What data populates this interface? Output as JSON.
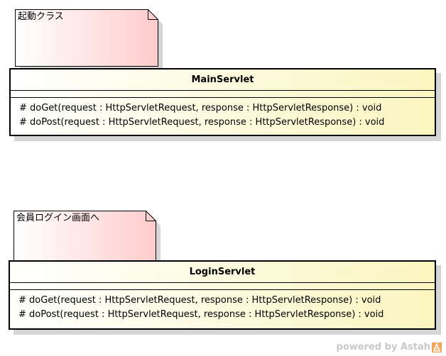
{
  "colors": {
    "class_fill_end": "#fbf5c0",
    "note_fill_end": "#ffcccc",
    "shadow": "#d6d6d6",
    "border": "#000000",
    "watermark": "#c8c8c8",
    "logo": "#f2a45a"
  },
  "notes": [
    {
      "text": "起動クラス"
    },
    {
      "text": "会員ログイン画面へ"
    }
  ],
  "classes": [
    {
      "name": "MainServlet",
      "operations": [
        "# doGet(request : HttpServletRequest, response : HttpServletResponse) : void",
        "# doPost(request : HttpServletRequest, response : HttpServletResponse) : void"
      ]
    },
    {
      "name": "LoginServlet",
      "operations": [
        "# doGet(request : HttpServletRequest, response : HttpServletResponse) : void",
        "# doPost(request : HttpServletRequest, response : HttpServletResponse) : void"
      ]
    }
  ],
  "watermark": {
    "text": "powered by Astah",
    "logo_icon": "astah-logo-icon"
  }
}
